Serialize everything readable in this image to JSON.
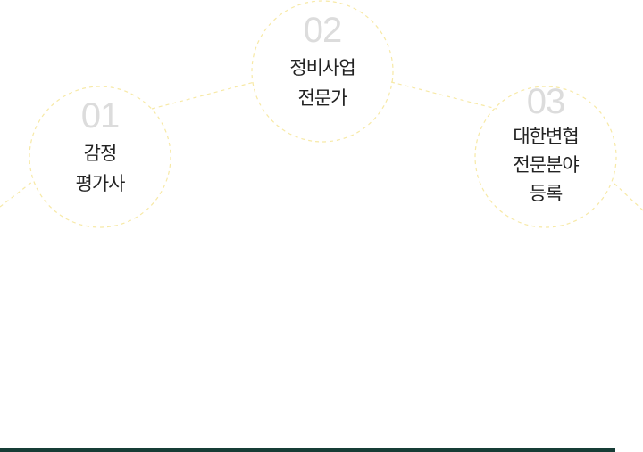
{
  "steps": [
    {
      "number": "01",
      "line1": "감정",
      "line2": "평가사"
    },
    {
      "number": "02",
      "line1": "정비사업",
      "line2": "전문가"
    },
    {
      "number": "03",
      "line1": "대한변협",
      "line2": "전문분야",
      "line3": "등록"
    }
  ],
  "colors": {
    "dash": "#f7e9a6",
    "bar": "#173d36",
    "number": "#dcdcdc",
    "text": "#222222"
  }
}
